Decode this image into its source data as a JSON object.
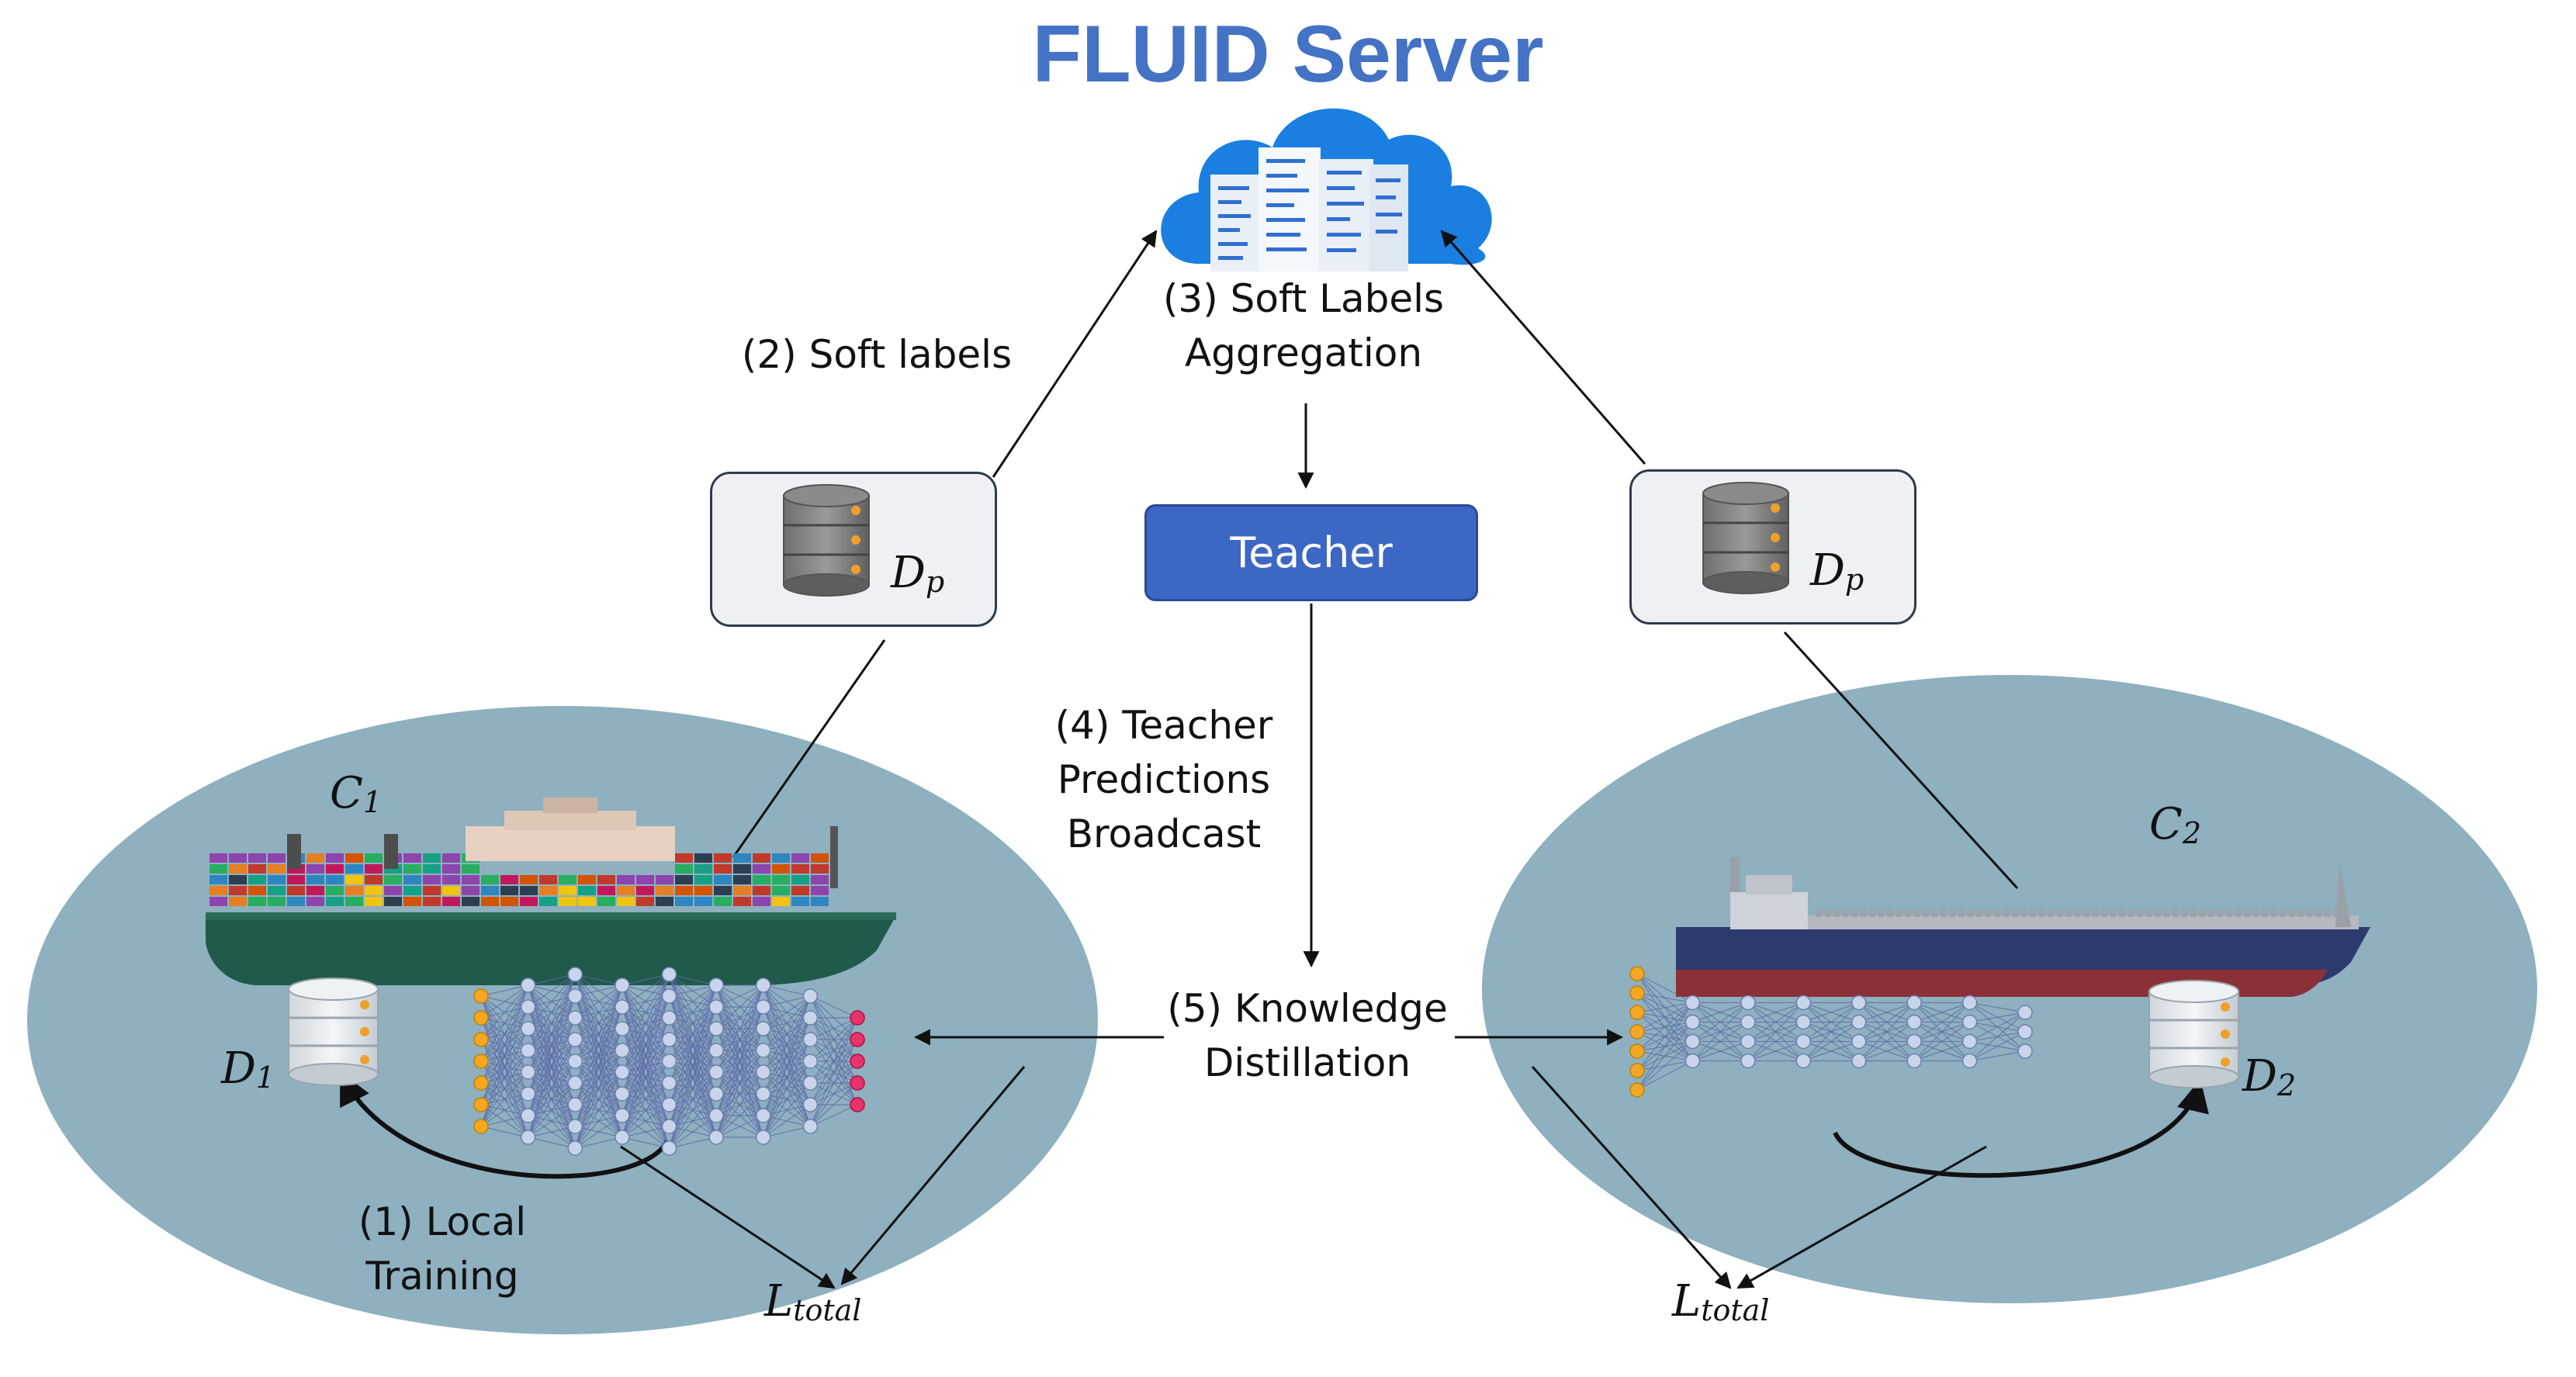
{
  "title": "FLUID Server",
  "steps": {
    "s2": [
      "(2) Soft labels"
    ],
    "s3": [
      "(3) Soft Labels",
      "Aggregation"
    ],
    "s4": [
      "(4) Teacher",
      "Predictions",
      "Broadcast"
    ],
    "s5": [
      "(5) Knowledge",
      "Distillation"
    ],
    "s1": [
      "(1) Local",
      "Training"
    ]
  },
  "teacher_label": "Teacher",
  "public_data": {
    "symbol": "D",
    "subscript": "p"
  },
  "clients": [
    {
      "name": {
        "symbol": "C",
        "subscript": "1"
      },
      "data": {
        "symbol": "D",
        "subscript": "1"
      },
      "loss": {
        "symbol": "L",
        "subscript": "total"
      }
    },
    {
      "name": {
        "symbol": "C",
        "subscript": "2"
      },
      "data": {
        "symbol": "D",
        "subscript": "2"
      },
      "loss": {
        "symbol": "L",
        "subscript": "total"
      }
    }
  ],
  "colors": {
    "title": "#4472c4",
    "teacher_box": "#3d67c4",
    "client_region": "#8eb0bf",
    "cloud": "#1a7fe0",
    "ship1_hull": "#1f5a4a",
    "ship2_hull": "#2c3a6e",
    "ship2_keel": "#8b3038"
  },
  "icons": [
    "cloud-server-icon",
    "database-icon",
    "container-ship-icon",
    "tanker-ship-icon",
    "neural-network-icon"
  ]
}
